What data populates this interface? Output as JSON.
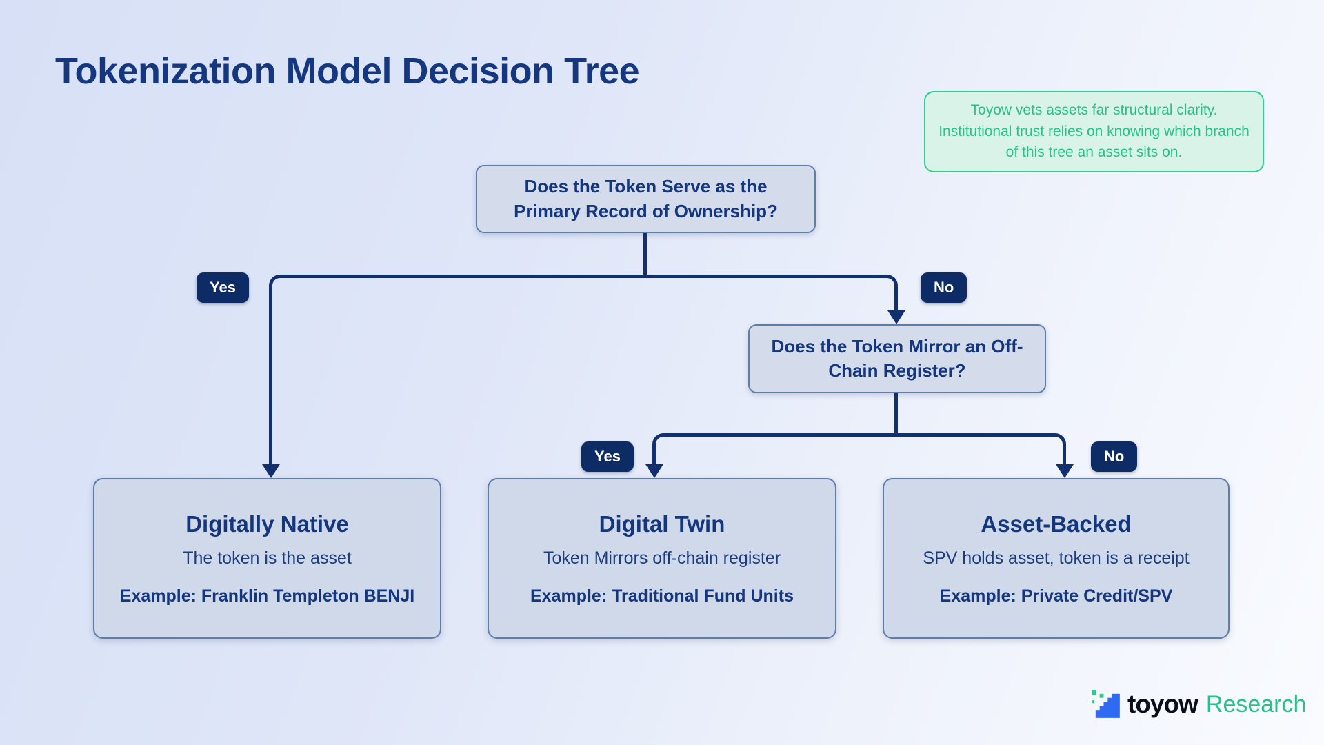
{
  "title": "Tokenization Model Decision Tree",
  "note": {
    "text": "Toyow vets assets far structural clarity. Institutional trust relies on knowing which branch of this tree an asset sits on."
  },
  "tree": {
    "root_question": "Does the Token Serve as the Primary Record of Ownership?",
    "second_question": "Does the Token Mirror an Off-Chain Register?",
    "labels": {
      "root_yes": "Yes",
      "root_no": "No",
      "second_yes": "Yes",
      "second_no": "No"
    }
  },
  "leaves": [
    {
      "title": "Digitally Native",
      "description": "The token is the asset",
      "example": "Example: Franklin Templeton BENJI"
    },
    {
      "title": "Digital Twin",
      "description": "Token Mirrors off-chain register",
      "example": "Example: Traditional Fund Units"
    },
    {
      "title": "Asset-Backed",
      "description": "SPV holds asset, token is a receipt",
      "example": "Example: Private Credit/SPV"
    }
  ],
  "footer": {
    "brand": "toyow",
    "suffix": "Research"
  },
  "colors": {
    "navy_text": "#14367d",
    "connector": "#13306e",
    "badge_bg": "#0d2c66",
    "node_fill": "#d4dcec",
    "node_border": "#5e7dab",
    "note_green_text": "#26c287",
    "note_green_border": "#2fd08f",
    "note_green_bg": "#d9f3e9",
    "logo_blue": "#2e6bf2",
    "logo_green": "#2ec98a",
    "background_left": "#d7e0f6",
    "background_right": "#f9fbff"
  }
}
